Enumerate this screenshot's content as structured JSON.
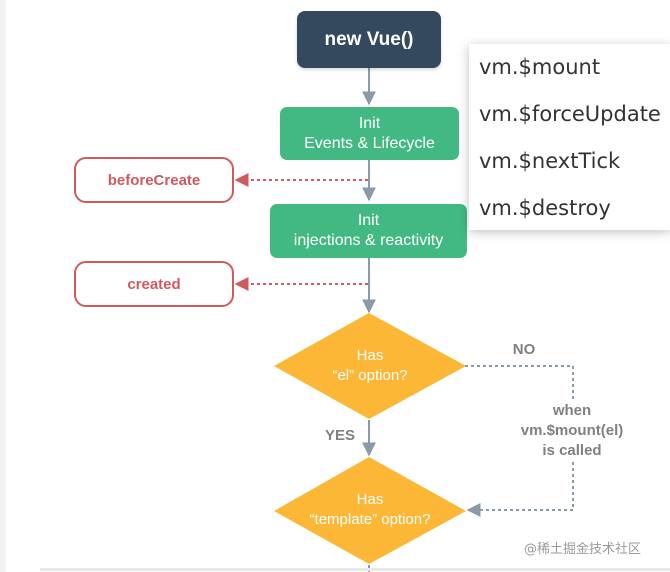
{
  "nodes": {
    "new_vue": "new Vue()",
    "init_events": [
      "Init",
      "Events & Lifecycle"
    ],
    "init_injections": [
      "Init",
      "injections & reactivity"
    ],
    "has_el": [
      "Has",
      "“el” option?"
    ],
    "has_template": [
      "Has",
      "“template” option?"
    ]
  },
  "hooks": {
    "before_create": "beforeCreate",
    "created": "created"
  },
  "edge_labels": {
    "yes": "YES",
    "no": "NO",
    "when_mount": [
      "when",
      "vm.$mount(el)",
      "is called"
    ]
  },
  "api_menu": {
    "items": [
      "vm.$mount",
      "vm.$forceUpdate",
      "vm.$nextTick",
      "vm.$destroy"
    ]
  },
  "watermark": "@稀土掘金技术社区",
  "colors": {
    "dark_node": "#35495e",
    "green_node": "#42b983",
    "hook_red": "#d0595e",
    "diamond_yellow": "#fbb735",
    "connector": "#8a9aa8"
  }
}
